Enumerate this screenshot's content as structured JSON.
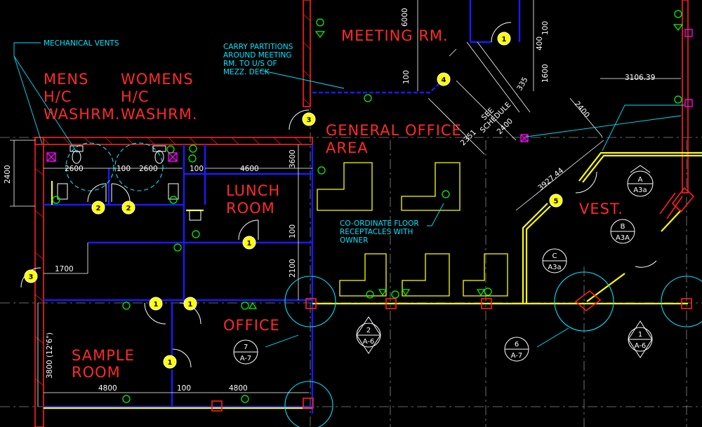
{
  "rooms": {
    "meeting": "MEETING RM.",
    "mens_1": "MENS",
    "mens_2": "H/C",
    "mens_3": "WASHRM.",
    "womens_1": "WOMENS",
    "womens_2": "H/C",
    "womens_3": "WASHRM.",
    "general_1": "GENERAL OFFICE",
    "general_2": "AREA",
    "lunch_1": "LUNCH",
    "lunch_2": "ROOM",
    "vest": "VEST.",
    "office": "OFFICE",
    "sample_1": "SAMPLE",
    "sample_2": "ROOM"
  },
  "notes": {
    "vents": "MECHANICAL VENTS",
    "carry_1": "CARRY PARTITIONS",
    "carry_2": "AROUND MEETING",
    "carry_3": "RM. TO U/S OF",
    "carry_4": "MEZZ. DECK",
    "coord_1": "CO-ORDINATE FLOOR",
    "coord_2": "RECEPTACLES WITH",
    "coord_3": "OWNER",
    "see_1": "SEE",
    "see_2": "SCHEDULE"
  },
  "dims": {
    "d6000": "6000",
    "d100a": "100",
    "d400": "400",
    "d1600": "1600",
    "d100b": "100",
    "d335": "335",
    "d3106": "3106.39",
    "d2400a": "2400",
    "d2400b": "2400",
    "d2351": "2351",
    "d2400c": "2400",
    "d3927": "3927.44",
    "d2600a": "2600",
    "d100c": "100",
    "d2600b": "2600",
    "d100d": "100",
    "d4600": "4600",
    "d3600": "3600",
    "d100e": "100",
    "d2100": "2100",
    "d1700": "1700",
    "d3800": "3800 (12'6\")",
    "d4800a": "4800",
    "d100f": "100",
    "d4800b": "4800"
  },
  "door_tags": [
    "1",
    "2",
    "2",
    "3",
    "4",
    "5",
    "1",
    "1",
    "1",
    "1",
    "3"
  ],
  "section_marks": [
    {
      "top": "A",
      "bottom": "A3a"
    },
    {
      "top": "B",
      "bottom": "A3A"
    },
    {
      "top": "C",
      "bottom": "A3a"
    },
    {
      "top": "2",
      "bottom": "A-6"
    },
    {
      "top": "7",
      "bottom": "A-7"
    },
    {
      "top": "6",
      "bottom": "A-7"
    },
    {
      "top": "1",
      "bottom": "A-6"
    }
  ],
  "colors": {
    "background": "#000000",
    "wall_blue": "#1a1aff",
    "wall_red": "#ff2020",
    "partition_yellow": "#ffff00",
    "annotation_cyan": "#00e5ff",
    "symbol_green": "#00ff00",
    "room_text_red": "#ff2a2a",
    "dimension_white": "#ffffff",
    "vent_magenta": "#ff00ff"
  }
}
